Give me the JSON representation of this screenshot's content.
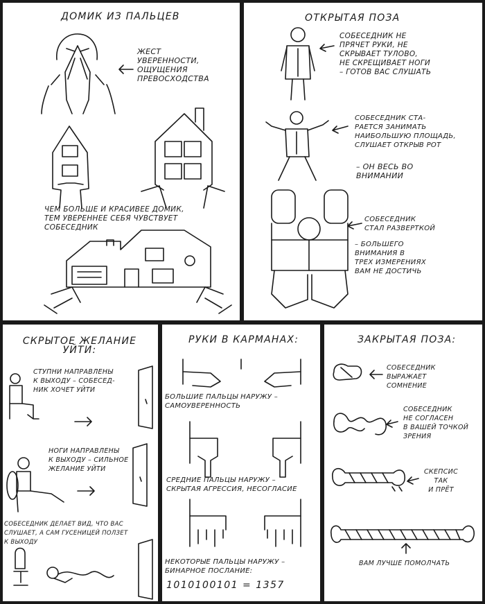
{
  "panels": {
    "finger_house": {
      "title": "Домик из пальцев",
      "gesture_caption": "Жест\nуверенности,\nощущения\nпревосходства",
      "bigger_caption": "Чем больше и красивее домик,\nтем увереннее себя чувствует\nсобеседник"
    },
    "open_pose": {
      "title": "Открытая поза",
      "caption_1": "Собеседник не\nпрячет руки, не\nскрывает тулово,\nне скрещивает ноги\n– готов вас слушать",
      "caption_2": "Собеседник ста-\nрается занимать\nнаибольшую площадь,\nслушает открыв рот",
      "caption_3": "– он весь во\nвнимании",
      "caption_4": "Собеседник\nстал разверткой",
      "caption_5": "– большего\nвнимания в\nтрех измерениях\nвам не достичь"
    },
    "hidden_desire": {
      "title": "Скрытое желание\nуйти:",
      "caption_1": "Ступни направлены\nк выходу – собесед-\nник хочет уйти",
      "caption_2": "Ноги направлены\nк выходу – сильное\nжелание уйти",
      "caption_3": "Собеседник делает вид, что вас\nслушает, а сам гусеницей ползет\nк выходу"
    },
    "hands_in_pockets": {
      "title": "Руки в карманах:",
      "caption_1": "Большие пальцы наружу –\nсамоуверенность",
      "caption_2": "Средние пальцы наружу –\nскрытая агрессия, несогласие",
      "caption_3": "Некоторые пальцы наружу –\nбинарное послание:",
      "binary_message": "1010100101 = 1357"
    },
    "closed_pose": {
      "title": "Закрытая поза:",
      "caption_1": "Собеседник\nвыражает\nсомнение",
      "caption_2": "Собеседник\nне согласен\nв вашей точкой\nзрения",
      "caption_3": "Скепсис\nтак\nи прёт",
      "caption_4": "Вам лучше помолчать"
    }
  }
}
